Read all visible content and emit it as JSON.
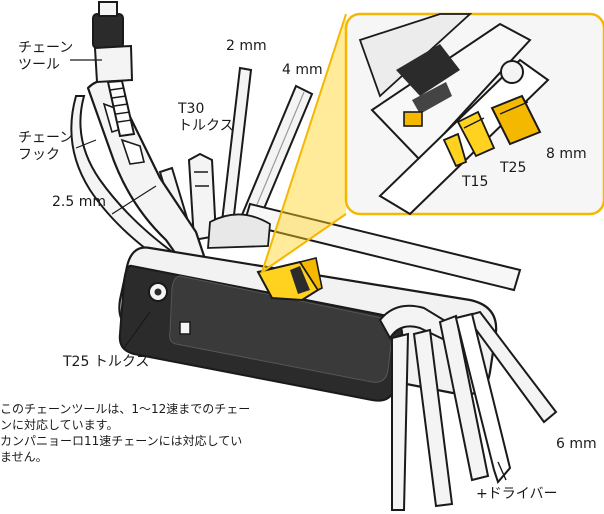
{
  "labels": {
    "chain_tool": "チェーン\nツール",
    "chain_hook": "チェーン\nフック",
    "mm_2": "2 mm",
    "mm_4": "4 mm",
    "t30": "T30\nトルクス",
    "mm_2_5": "2.5 mm",
    "t25_torx": "T25 トルクス",
    "mm_8": "8 mm",
    "t25": "T25",
    "t15": "T15",
    "mm_6": "6 mm",
    "phillips": "+ドライバー"
  },
  "note": "このチェーンツールは、1〜12速までのチェー\nンに対応しています。\nカンパニョーロ11速チェーンには対応してい\nません。",
  "colors": {
    "accent_yellow": "#f5b800",
    "highlight_yellow": "#ffd21f",
    "outline": "#1a1a1a",
    "body_dark": "#2b2b2b"
  }
}
